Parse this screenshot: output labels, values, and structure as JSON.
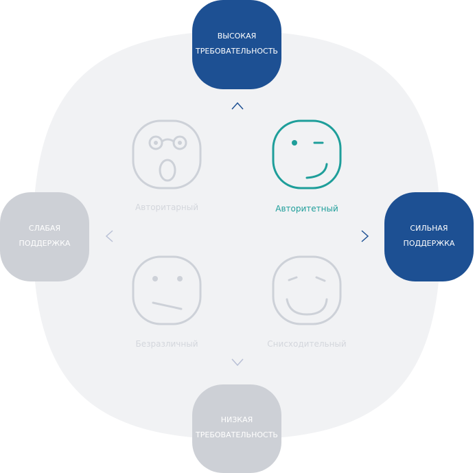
{
  "axes": {
    "top": {
      "line1": "ВЫСОКАЯ",
      "line2": "ТРЕБОВАТЕЛЬНОСТЬ"
    },
    "bottom": {
      "line1": "НИЗКАЯ",
      "line2": "ТРЕБОВАТЕЛЬНОСТЬ"
    },
    "left": {
      "line1": "СЛАБАЯ",
      "line2": "ПОДДЕРЖКА"
    },
    "right": {
      "line1": "СИЛЬНАЯ",
      "line2": "ПОДДЕРЖКА"
    }
  },
  "quadrants": [
    {
      "label": "Авторитарный",
      "icon": "surprised-face-with-glasses-icon",
      "active": false
    },
    {
      "label": "Авторитетный",
      "icon": "winking-face-icon",
      "active": true
    },
    {
      "label": "Безразличный",
      "icon": "indifferent-face-icon",
      "active": false
    },
    {
      "label": "Снисходительный",
      "icon": "smiling-face-icon",
      "active": false
    }
  ],
  "colors": {
    "accent": "#1d5093",
    "active": "#1e9e9a",
    "inactive": "#cdd1d8",
    "background": "#f1f2f4"
  }
}
